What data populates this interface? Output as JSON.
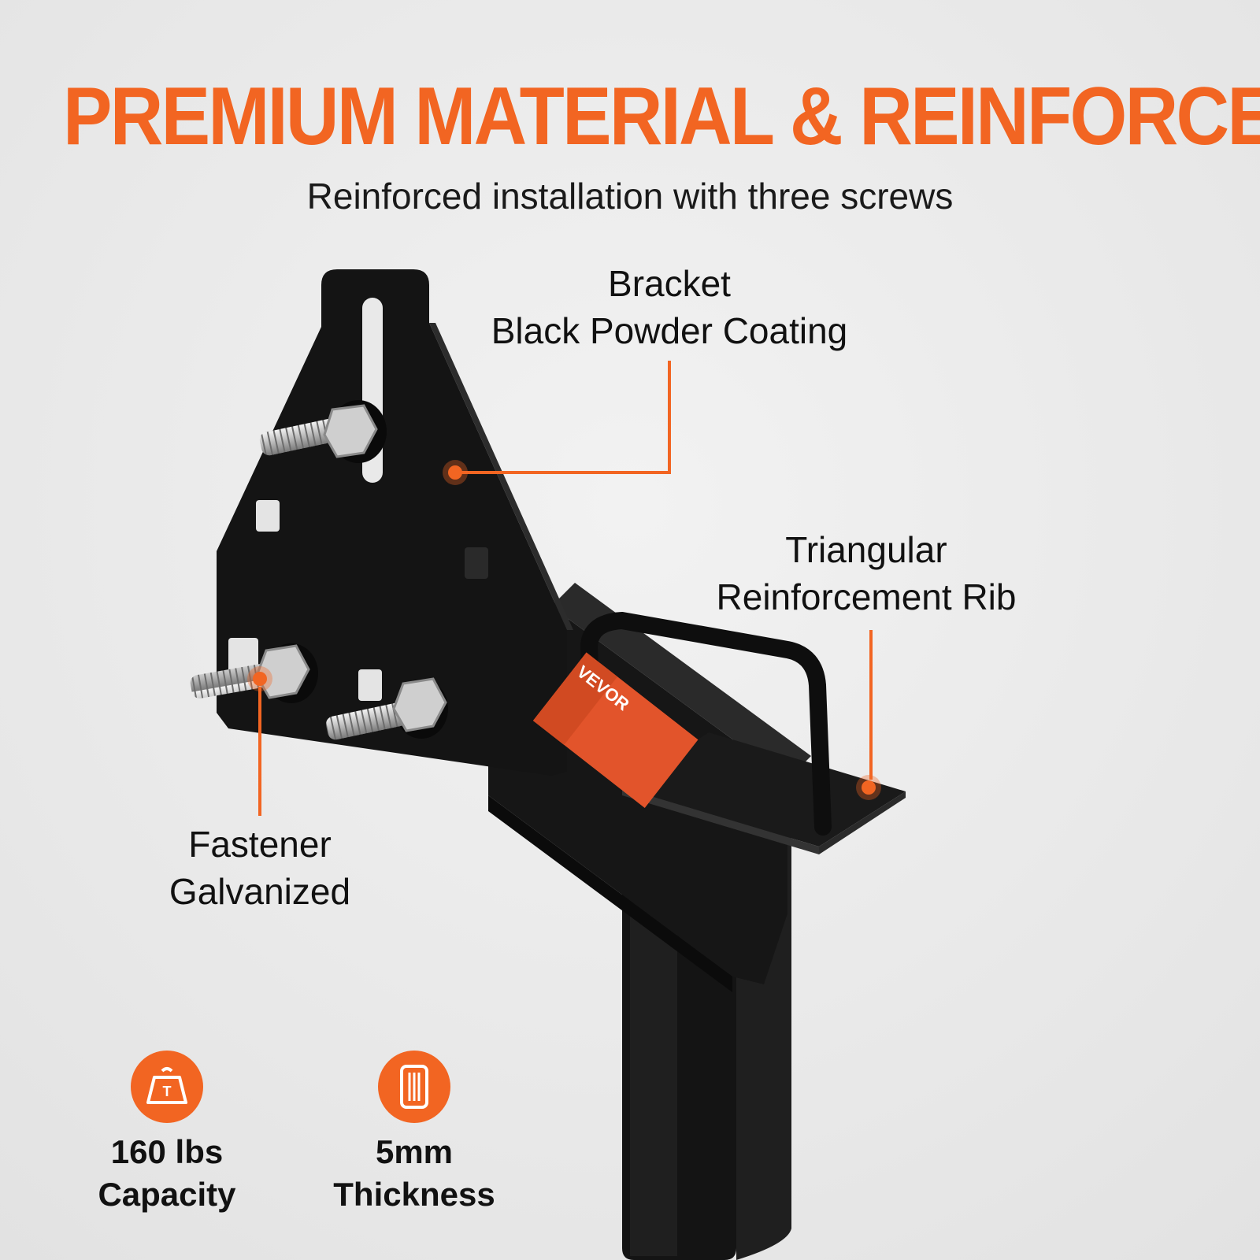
{
  "headline": "PREMIUM MATERIAL & REINFORCED DESIGN",
  "subhead": "Reinforced installation with three screws",
  "callouts": {
    "bracket": {
      "line1": "Bracket",
      "line2": "Black Powder Coating"
    },
    "rib": {
      "line1": "Triangular",
      "line2": "Reinforcement Rib"
    },
    "fastener": {
      "line1": "Fastener",
      "line2": "Galvanized"
    }
  },
  "specs": [
    {
      "icon": "weight-icon",
      "value": "160 lbs",
      "label": "Capacity"
    },
    {
      "icon": "thickness-icon",
      "value": "5mm",
      "label": "Thickness"
    }
  ],
  "product_label": {
    "brand": "VEVOR"
  },
  "colors": {
    "accent": "#f26522",
    "product": "#141414",
    "background": "#ececec",
    "text": "#111111"
  }
}
